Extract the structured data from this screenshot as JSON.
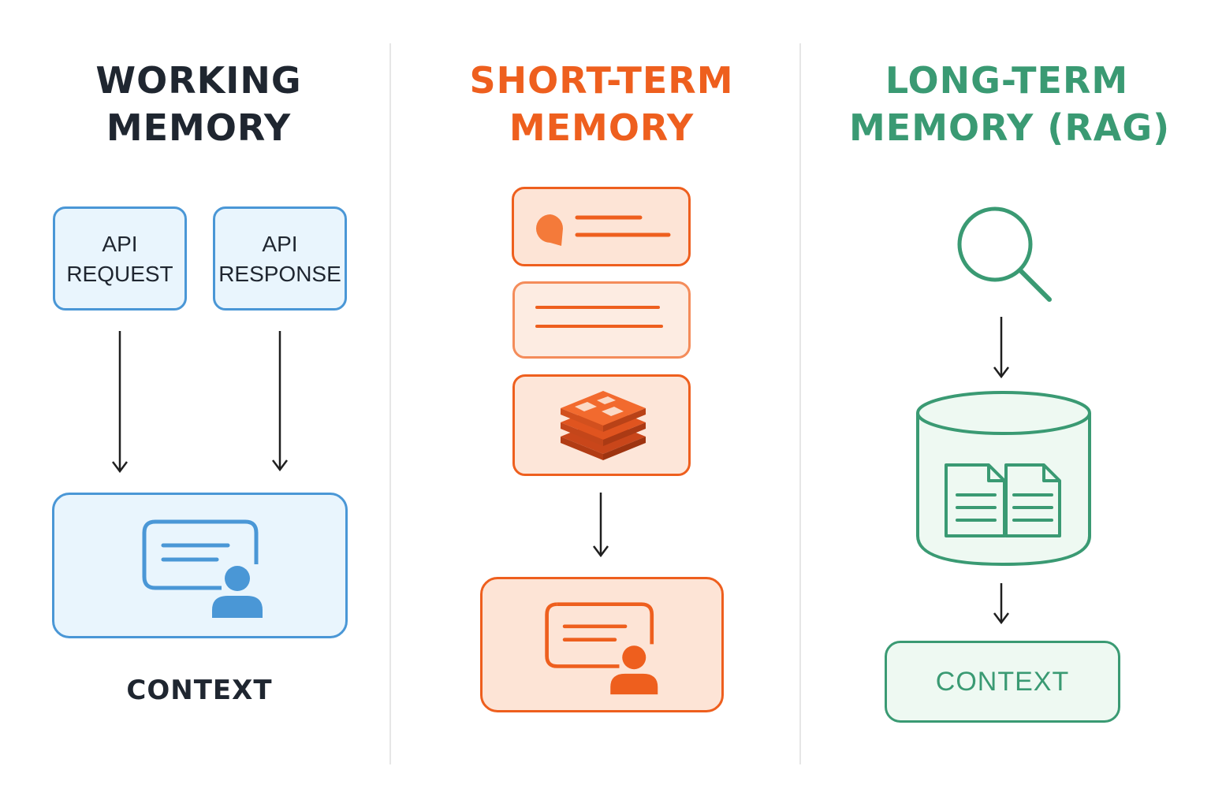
{
  "colors": {
    "working": "#1f2630",
    "short_term": "#ee5f1e",
    "long_term": "#3a9a73",
    "blue_border": "#4a97d6",
    "blue_fill": "#e9f5fd",
    "orange_fill": "#fde9de",
    "green_fill": "#eef9f2",
    "arrow": "#1f1f1f"
  },
  "working_memory": {
    "title_line1": "WORKING",
    "title_line2": "MEMORY",
    "request_line1": "API",
    "request_line2": "REQUEST",
    "response_line1": "API",
    "response_line2": "RESPONSE",
    "context_caption": "CONTEXT",
    "context_icon": "chat-user-icon"
  },
  "short_term_memory": {
    "title_line1": "SHORT-TERM",
    "title_line2": "MEMORY",
    "cards": [
      "chat-message-icon",
      "text-lines-icon",
      "redis-stack-icon"
    ],
    "context_icon": "chat-user-icon"
  },
  "long_term_memory": {
    "title_line1": "LONG-TERM",
    "title_line2": "MEMORY (RAG)",
    "search_icon": "search-icon",
    "store_icon": "database-documents-icon",
    "context_label": "CONTEXT"
  }
}
